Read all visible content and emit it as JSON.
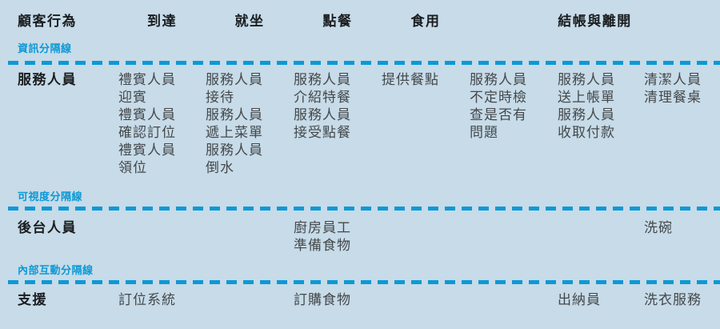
{
  "colors": {
    "background": "#c7dbe8",
    "accent_blue": "#0c99d6",
    "body_text": "#44484b",
    "heading_text": "#1a1d20"
  },
  "header": {
    "row_label": "顧客行為",
    "phases": [
      {
        "label": "到達"
      },
      {
        "label": "就坐"
      },
      {
        "label": "點餐"
      },
      {
        "label": "食用"
      },
      {
        "label": "結帳與離開"
      }
    ]
  },
  "dividers": {
    "info": "資訊分隔線",
    "visibility": "可視度分隔線",
    "internal": "內部互動分隔線"
  },
  "rows": {
    "frontstage": {
      "label": "服務人員",
      "cells": {
        "arrival": "禮賓人員\n迎賓\n禮賓人員\n確認訂位\n禮賓人員\n領位",
        "seating": "服務人員\n接待\n服務人員\n遞上菜單\n服務人員\n倒水",
        "ordering": "服務人員\n介紹特餐\n服務人員\n接受點餐",
        "eating": "提供餐點",
        "checking": "服務人員\n不定時檢\n查是否有\n問題",
        "billing": "服務人員\n送上帳單\n服務人員\n收取付款",
        "departure": "清潔人員\n清理餐桌"
      }
    },
    "backstage": {
      "label": "後台人員",
      "cells": {
        "ordering": "廚房員工\n準備食物",
        "departure": "洗碗"
      }
    },
    "support": {
      "label": "支援",
      "cells": {
        "arrival": "訂位系統",
        "ordering": "訂購食物",
        "billing": "出納員",
        "departure": "洗衣服務"
      }
    }
  }
}
